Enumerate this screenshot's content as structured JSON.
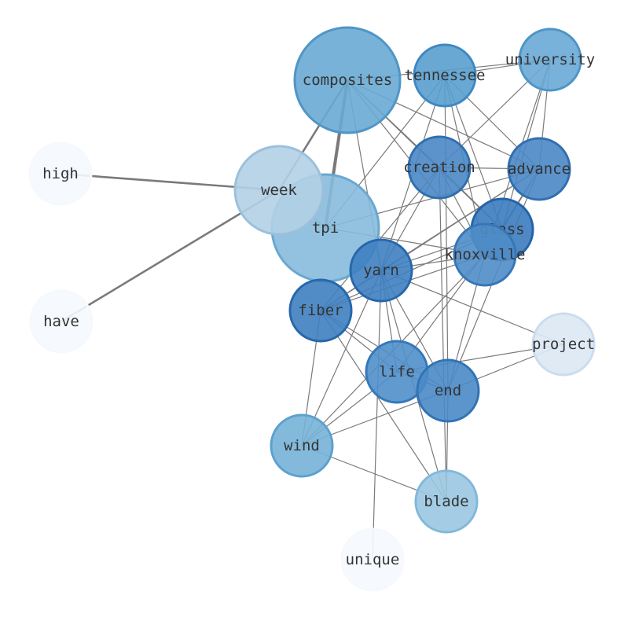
{
  "graph": {
    "nodes": [
      {
        "id": "composites",
        "label": "composites",
        "color": "#6aaad4",
        "stroke": "#4f96c6"
      },
      {
        "id": "tpi",
        "label": "tpi",
        "color": "#86bbdc",
        "stroke": "#6aa8d1"
      },
      {
        "id": "week",
        "label": "week",
        "color": "#b3d0e6",
        "stroke": "#9cc0dc"
      },
      {
        "id": "tennessee",
        "label": "tennessee",
        "color": "#5a9fcf",
        "stroke": "#3f88c1"
      },
      {
        "id": "university",
        "label": "university",
        "color": "#69a9d5",
        "stroke": "#4d95c6"
      },
      {
        "id": "creation",
        "label": "creation",
        "color": "#4a87c4",
        "stroke": "#306fb0"
      },
      {
        "id": "advance",
        "label": "advance",
        "color": "#4a87c4",
        "stroke": "#306fb0"
      },
      {
        "id": "glass",
        "label": "glass",
        "color": "#3b7cbf",
        "stroke": "#2463a8"
      },
      {
        "id": "knoxville",
        "label": "knoxville",
        "color": "#4f8dc8",
        "stroke": "#3676b7"
      },
      {
        "id": "yarn",
        "label": "yarn",
        "color": "#3e7fc1",
        "stroke": "#2767ab"
      },
      {
        "id": "fiber",
        "label": "fiber",
        "color": "#3e7fc1",
        "stroke": "#2767ab"
      },
      {
        "id": "life",
        "label": "life",
        "color": "#4f8fca",
        "stroke": "#3678b9"
      },
      {
        "id": "end",
        "label": "end",
        "color": "#4a8ac6",
        "stroke": "#3173b5"
      },
      {
        "id": "project",
        "label": "project",
        "color": "#dce8f4",
        "stroke": "#ccdcee"
      },
      {
        "id": "wind",
        "label": "wind",
        "color": "#76b2d8",
        "stroke": "#5ea0cd"
      },
      {
        "id": "blade",
        "label": "blade",
        "color": "#9ac8e2",
        "stroke": "#82b8da"
      },
      {
        "id": "high",
        "label": "high",
        "color": "#f5f9fe",
        "stroke": "#f5f9fe"
      },
      {
        "id": "have",
        "label": "have",
        "color": "#f5f9fe",
        "stroke": "#f5f9fe"
      },
      {
        "id": "unique",
        "label": "unique",
        "color": "#f5f9fe",
        "stroke": "#f5f9fe"
      }
    ],
    "edges": [
      {
        "source": "composites",
        "target": "tpi",
        "weight": 4
      },
      {
        "source": "composites",
        "target": "week",
        "weight": 2.5
      },
      {
        "source": "composites",
        "target": "advance",
        "weight": 1
      },
      {
        "source": "composites",
        "target": "creation",
        "weight": 1
      },
      {
        "source": "composites",
        "target": "knoxville",
        "weight": 1
      },
      {
        "source": "composites",
        "target": "glass",
        "weight": 1
      },
      {
        "source": "composites",
        "target": "yarn",
        "weight": 1
      },
      {
        "source": "week",
        "target": "high",
        "weight": 2.5
      },
      {
        "source": "week",
        "target": "have",
        "weight": 2.5
      },
      {
        "source": "week",
        "target": "tpi",
        "weight": 1
      },
      {
        "source": "tpi",
        "target": "tennessee",
        "weight": 1
      },
      {
        "source": "tpi",
        "target": "advance",
        "weight": 1
      },
      {
        "source": "tpi",
        "target": "knoxville",
        "weight": 1
      },
      {
        "source": "tennessee",
        "target": "university",
        "weight": 1
      },
      {
        "source": "tennessee",
        "target": "yarn",
        "weight": 1
      },
      {
        "source": "tennessee",
        "target": "advance",
        "weight": 1
      },
      {
        "source": "tennessee",
        "target": "knoxville",
        "weight": 1
      },
      {
        "source": "tennessee",
        "target": "glass",
        "weight": 1
      },
      {
        "source": "tennessee",
        "target": "end",
        "weight": 1
      },
      {
        "source": "composites",
        "target": "university",
        "weight": 1
      },
      {
        "source": "university",
        "target": "creation",
        "weight": 1
      },
      {
        "source": "university",
        "target": "advance",
        "weight": 1
      },
      {
        "source": "university",
        "target": "glass",
        "weight": 1
      },
      {
        "source": "university",
        "target": "knoxville",
        "weight": 1
      },
      {
        "source": "creation",
        "target": "advance",
        "weight": 1
      },
      {
        "source": "creation",
        "target": "glass",
        "weight": 1
      },
      {
        "source": "creation",
        "target": "knoxville",
        "weight": 1
      },
      {
        "source": "creation",
        "target": "yarn",
        "weight": 1
      },
      {
        "source": "creation",
        "target": "fiber",
        "weight": 1
      },
      {
        "source": "creation",
        "target": "blade",
        "weight": 1
      },
      {
        "source": "advance",
        "target": "glass",
        "weight": 1
      },
      {
        "source": "advance",
        "target": "knoxville",
        "weight": 1
      },
      {
        "source": "advance",
        "target": "yarn",
        "weight": 1
      },
      {
        "source": "advance",
        "target": "fiber",
        "weight": 1
      },
      {
        "source": "advance",
        "target": "end",
        "weight": 1
      },
      {
        "source": "glass",
        "target": "knoxville",
        "weight": 1
      },
      {
        "source": "glass",
        "target": "yarn",
        "weight": 1
      },
      {
        "source": "glass",
        "target": "fiber",
        "weight": 1
      },
      {
        "source": "glass",
        "target": "life",
        "weight": 1
      },
      {
        "source": "knoxville",
        "target": "yarn",
        "weight": 1
      },
      {
        "source": "knoxville",
        "target": "fiber",
        "weight": 1
      },
      {
        "source": "knoxville",
        "target": "wind",
        "weight": 1
      },
      {
        "source": "knoxville",
        "target": "end",
        "weight": 1
      },
      {
        "source": "yarn",
        "target": "fiber",
        "weight": 1
      },
      {
        "source": "yarn",
        "target": "project",
        "weight": 1
      },
      {
        "source": "yarn",
        "target": "life",
        "weight": 1
      },
      {
        "source": "yarn",
        "target": "end",
        "weight": 1
      },
      {
        "source": "yarn",
        "target": "blade",
        "weight": 1
      },
      {
        "source": "yarn",
        "target": "wind",
        "weight": 1
      },
      {
        "source": "yarn",
        "target": "unique",
        "weight": 1
      },
      {
        "source": "fiber",
        "target": "life",
        "weight": 1
      },
      {
        "source": "fiber",
        "target": "end",
        "weight": 1
      },
      {
        "source": "fiber",
        "target": "wind",
        "weight": 1
      },
      {
        "source": "fiber",
        "target": "blade",
        "weight": 1
      },
      {
        "source": "life",
        "target": "end",
        "weight": 1
      },
      {
        "source": "life",
        "target": "project",
        "weight": 1
      },
      {
        "source": "life",
        "target": "wind",
        "weight": 1
      },
      {
        "source": "end",
        "target": "project",
        "weight": 1
      },
      {
        "source": "end",
        "target": "wind",
        "weight": 1
      },
      {
        "source": "end",
        "target": "blade",
        "weight": 1
      },
      {
        "source": "wind",
        "target": "blade",
        "weight": 1
      }
    ]
  }
}
